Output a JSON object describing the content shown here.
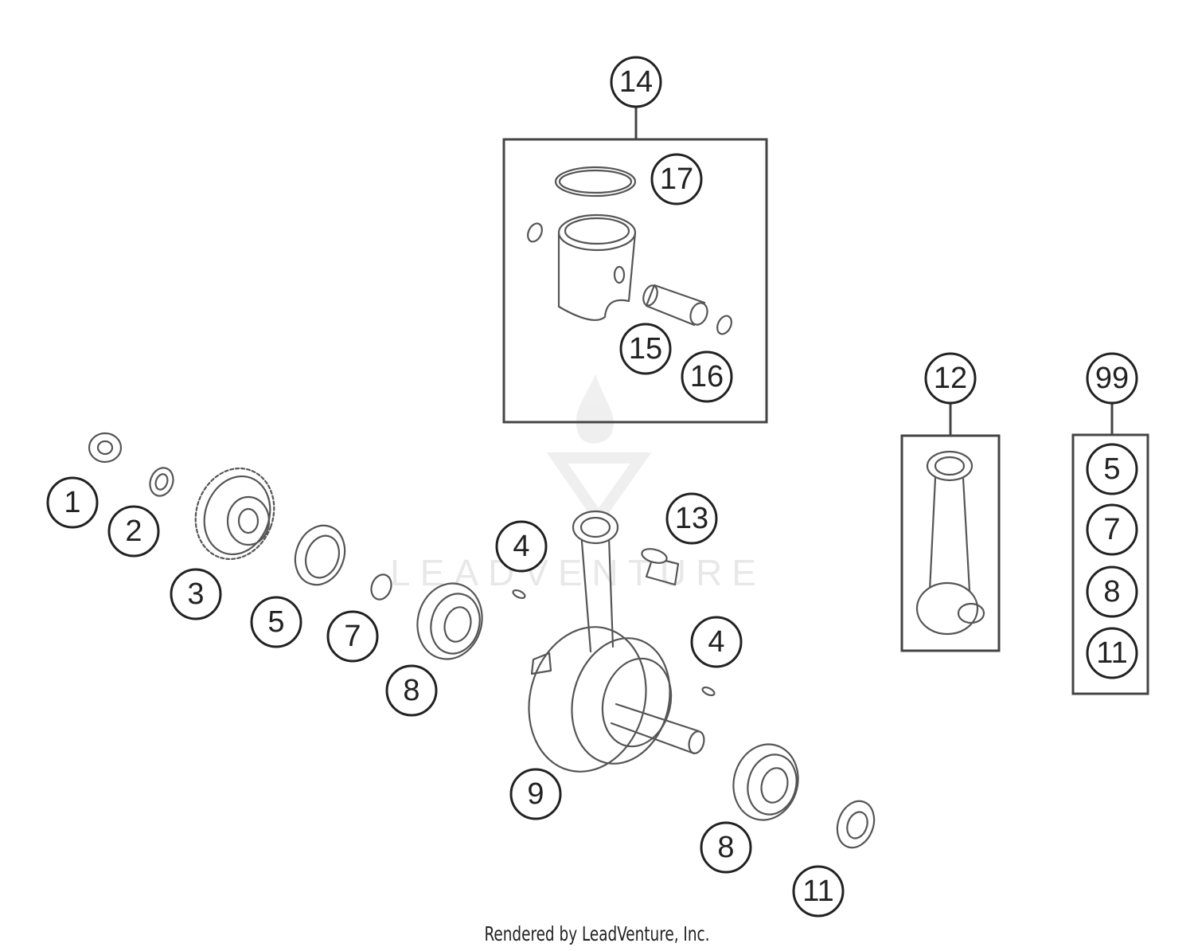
{
  "diagram": {
    "callouts": {
      "c1": "1",
      "c2": "2",
      "c3": "3",
      "c4a": "4",
      "c4b": "4",
      "c5": "5",
      "c7": "7",
      "c8a": "8",
      "c8b": "8",
      "c9": "9",
      "c11": "11",
      "c12": "12",
      "c13": "13",
      "c14": "14",
      "c15": "15",
      "c16": "16",
      "c17": "17",
      "c99": "99"
    },
    "kit_99": [
      "5",
      "7",
      "8",
      "11"
    ],
    "watermark": "LEADVENTURE"
  },
  "footer": "Rendered by LeadVenture, Inc."
}
